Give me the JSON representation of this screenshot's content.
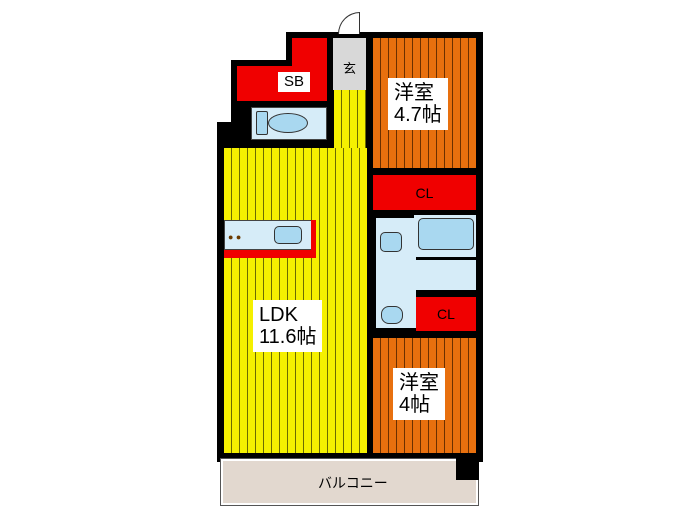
{
  "floor_plan": {
    "rooms": {
      "ldk": {
        "name": "LDK",
        "size": "11.6帖"
      },
      "western_room_1": {
        "name": "洋室",
        "size": "4.7帖"
      },
      "western_room_2": {
        "name": "洋室",
        "size": "4帖"
      },
      "storage_sb": {
        "name": "SB"
      },
      "closet_1": {
        "name": "CL"
      },
      "closet_2": {
        "name": "CL"
      },
      "entrance": {
        "name": "玄"
      },
      "balcony": {
        "name": "バルコニー"
      }
    },
    "colors": {
      "ldk": "#f5f000",
      "western": "#e8700e",
      "storage": "#f00000",
      "wet_area": "#d6ecf8",
      "balcony": "#e2d8cf"
    }
  }
}
